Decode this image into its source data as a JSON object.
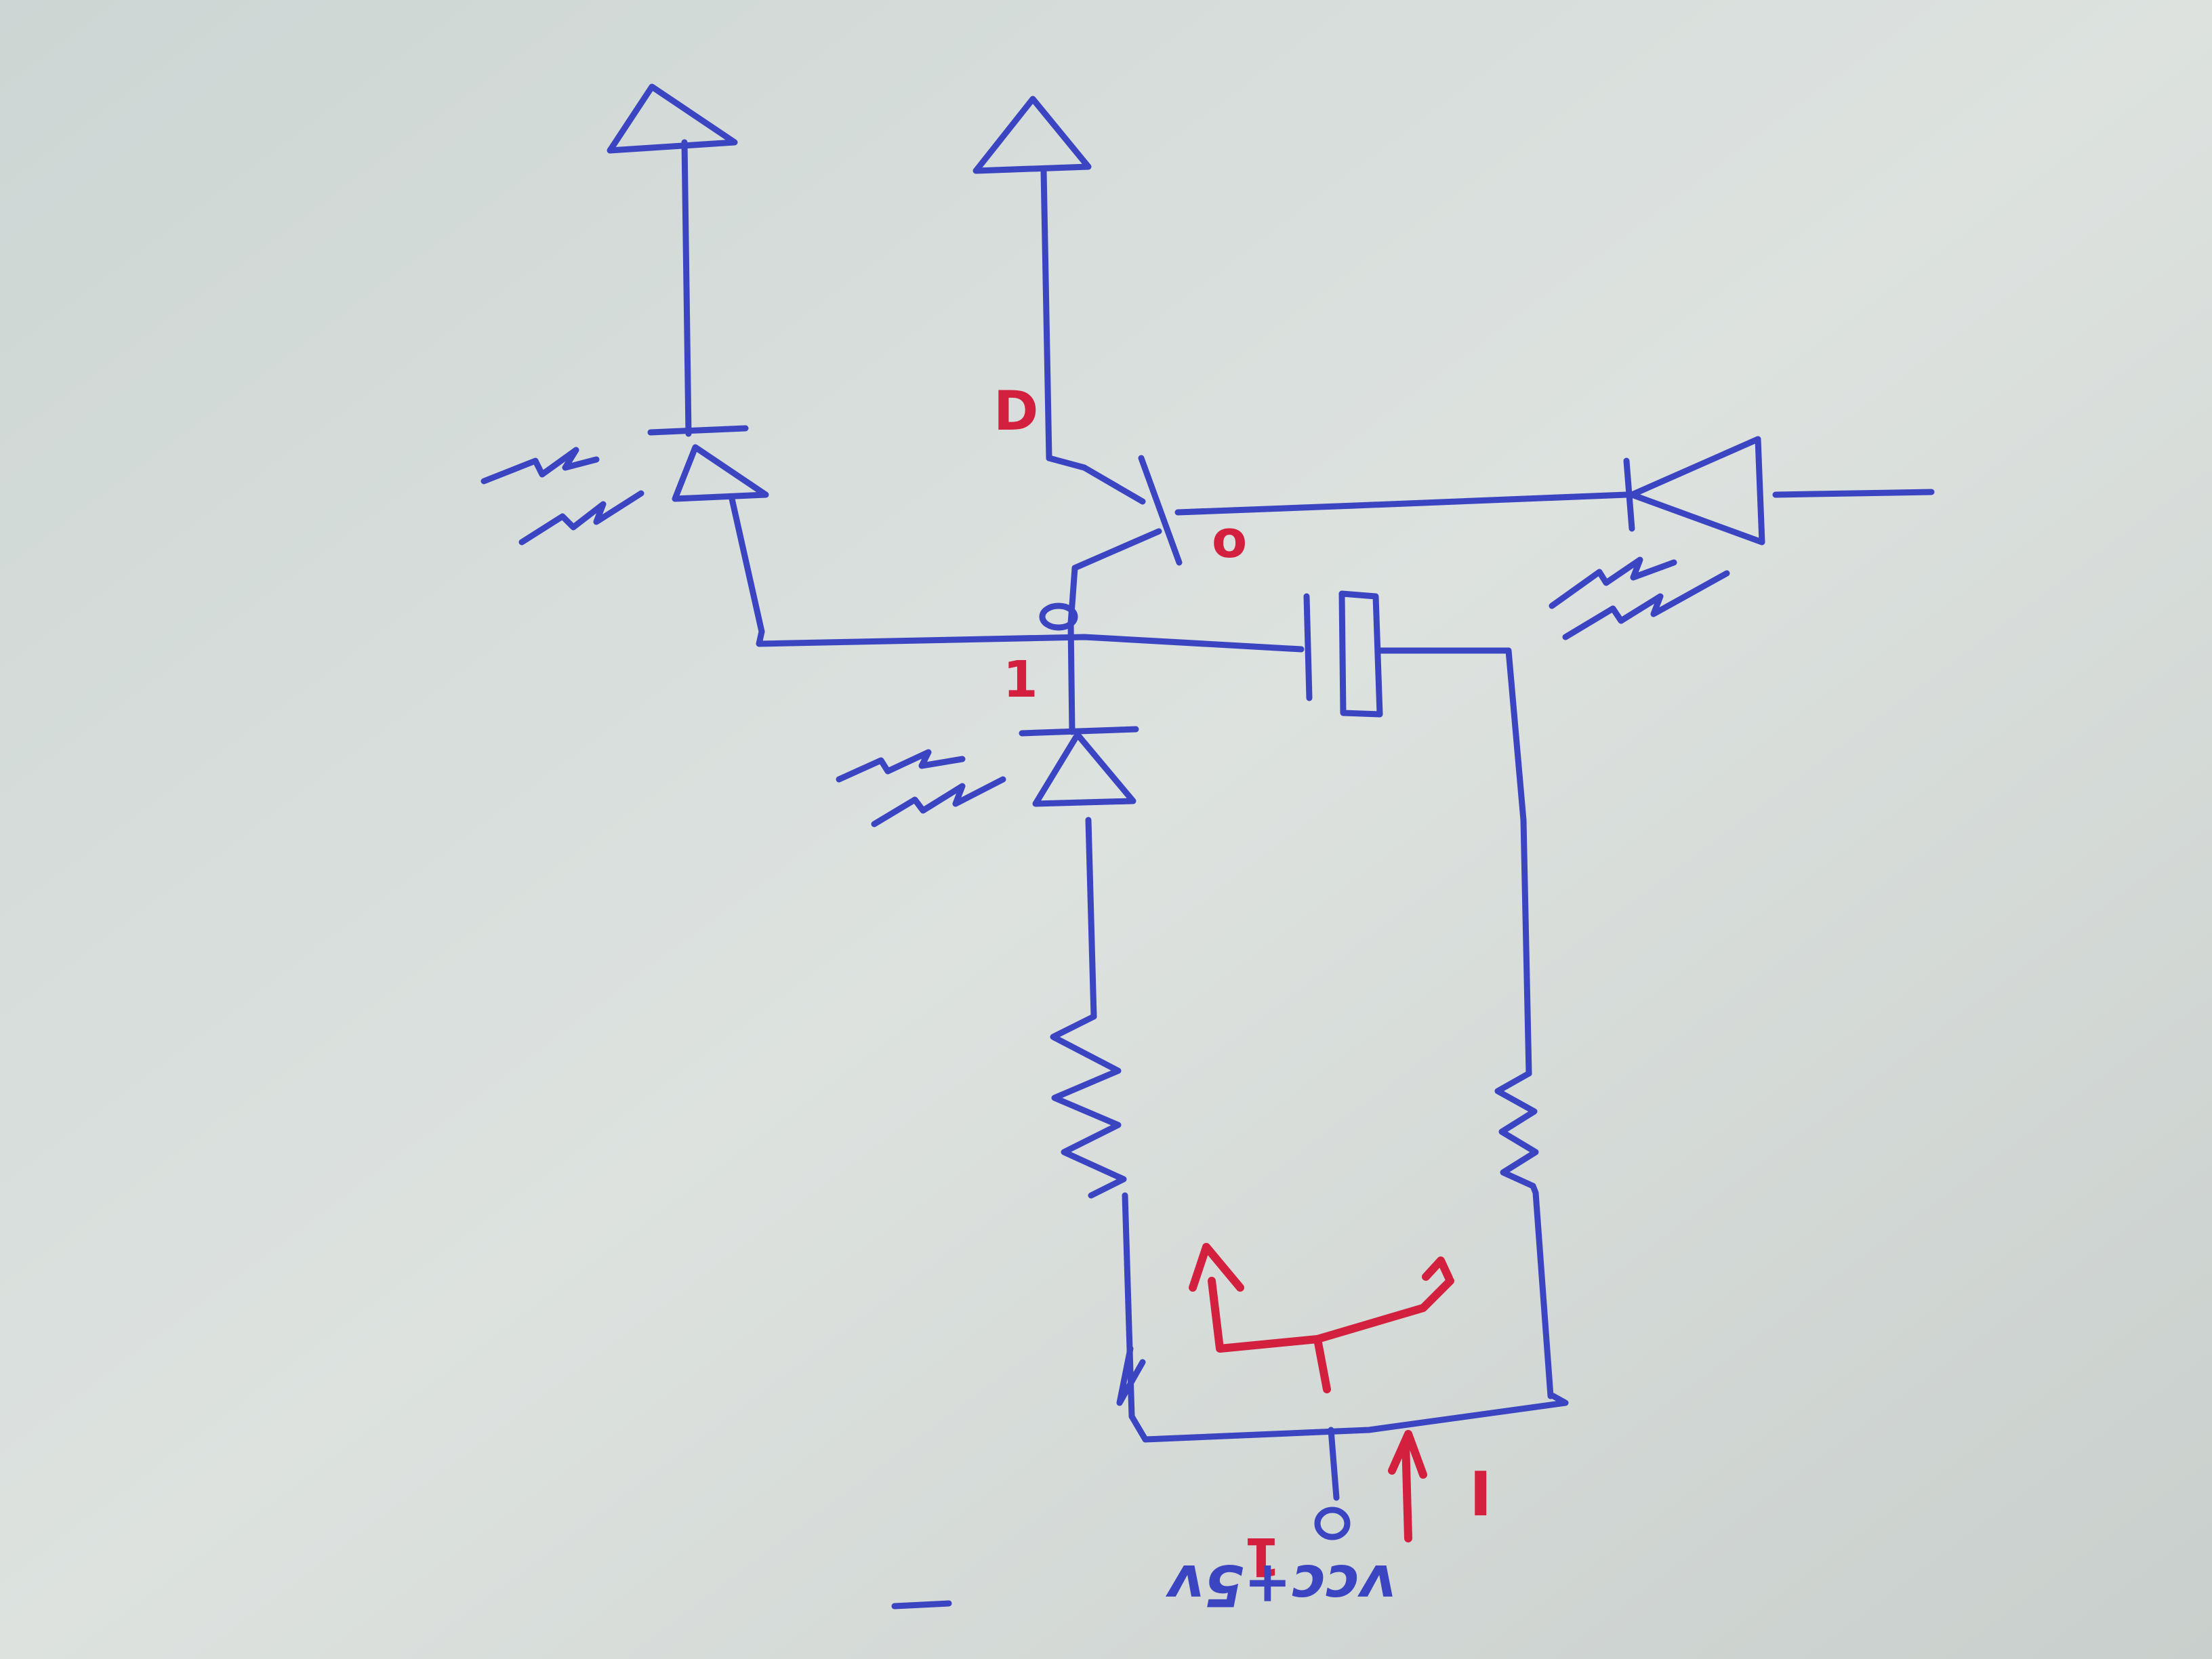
{
  "labels": {
    "drain": "D",
    "q_out": "o",
    "one_left": "1",
    "one_bottom": "1",
    "current": "I",
    "supply": "vcc+5v"
  },
  "colors": {
    "ink_blue": "#3b45c2",
    "ink_red": "#d2203e",
    "paper": "#d6dcda"
  },
  "icons": [
    "antenna-triangle",
    "photodiode",
    "diode",
    "capacitor",
    "resistor",
    "transistor",
    "current-arrow",
    "light-rays"
  ]
}
